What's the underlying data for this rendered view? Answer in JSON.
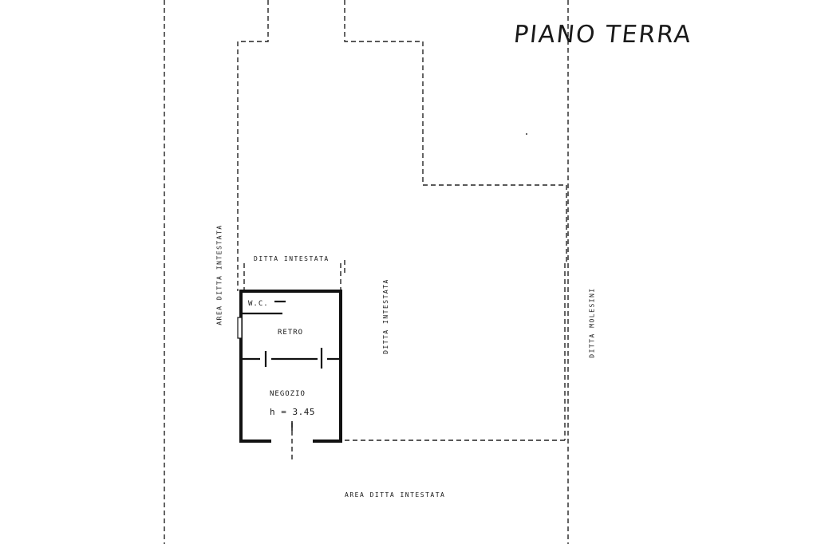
{
  "title": "PIANO TERRA",
  "labels": {
    "area_left": "AREA DITTA INTESTATA",
    "ditta_top": "DITTA INTESTATA",
    "ditta_center": "DITTA INTESTATA",
    "ditta_right": "DITTA MOLESINI",
    "area_bottom": "AREA DITTA INTESTATA"
  },
  "rooms": {
    "wc": "W.C.",
    "retro": "RETRO",
    "negozio": "NEGOZIO",
    "height": "h = 3.45"
  }
}
